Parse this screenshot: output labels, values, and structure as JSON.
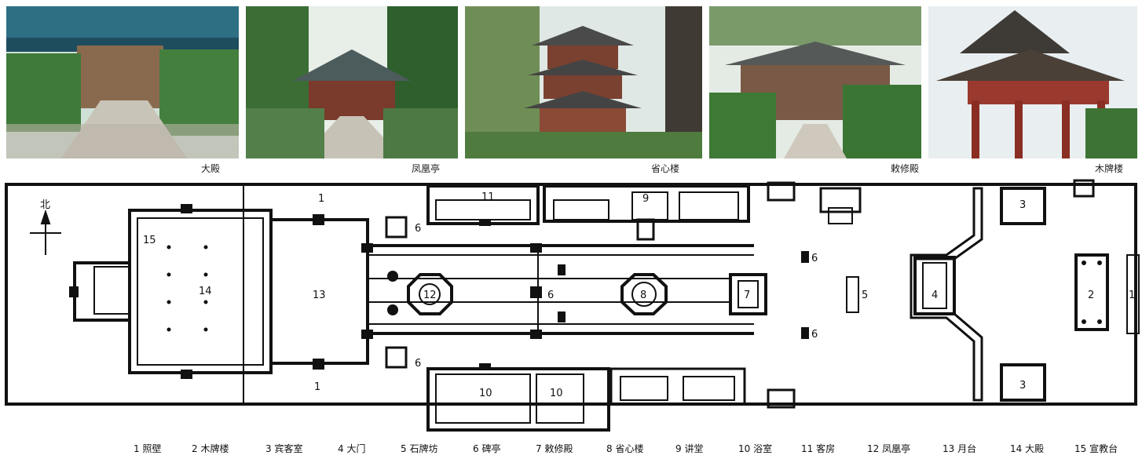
{
  "photos": [
    {
      "id": "dadian",
      "caption": "大殿"
    },
    {
      "id": "fenghuangting",
      "caption": "凤凰亭"
    },
    {
      "id": "xingxinlou",
      "caption": "省心楼"
    },
    {
      "id": "chilijian",
      "caption": "敕修殿"
    },
    {
      "id": "mupailou",
      "caption": "木牌楼"
    }
  ],
  "plan": {
    "north_label": "北",
    "labels": {
      "n1a": "1",
      "n1b": "1",
      "n1c": "1",
      "n2": "2",
      "n3a": "3",
      "n3b": "3",
      "n4": "4",
      "n5": "5",
      "n6a": "6",
      "n6b": "6",
      "n6c": "6",
      "n6d": "6",
      "n6e": "6",
      "n7": "7",
      "n8": "8",
      "n9": "9",
      "n10a": "10",
      "n10b": "10",
      "n11": "11",
      "n12": "12",
      "n13": "13",
      "n14": "14",
      "n15": "15"
    }
  },
  "legend": [
    "1 照壁",
    "2 木牌楼",
    "3 宾客室",
    "4 大门",
    "5 石牌坊",
    "6 碑亭",
    "7 敕修殿",
    "8 省心楼",
    "9 讲堂",
    "10 浴室",
    "11 客房",
    "12 凤凰亭",
    "13 月台",
    "14 大殿",
    "15 宣教台"
  ]
}
